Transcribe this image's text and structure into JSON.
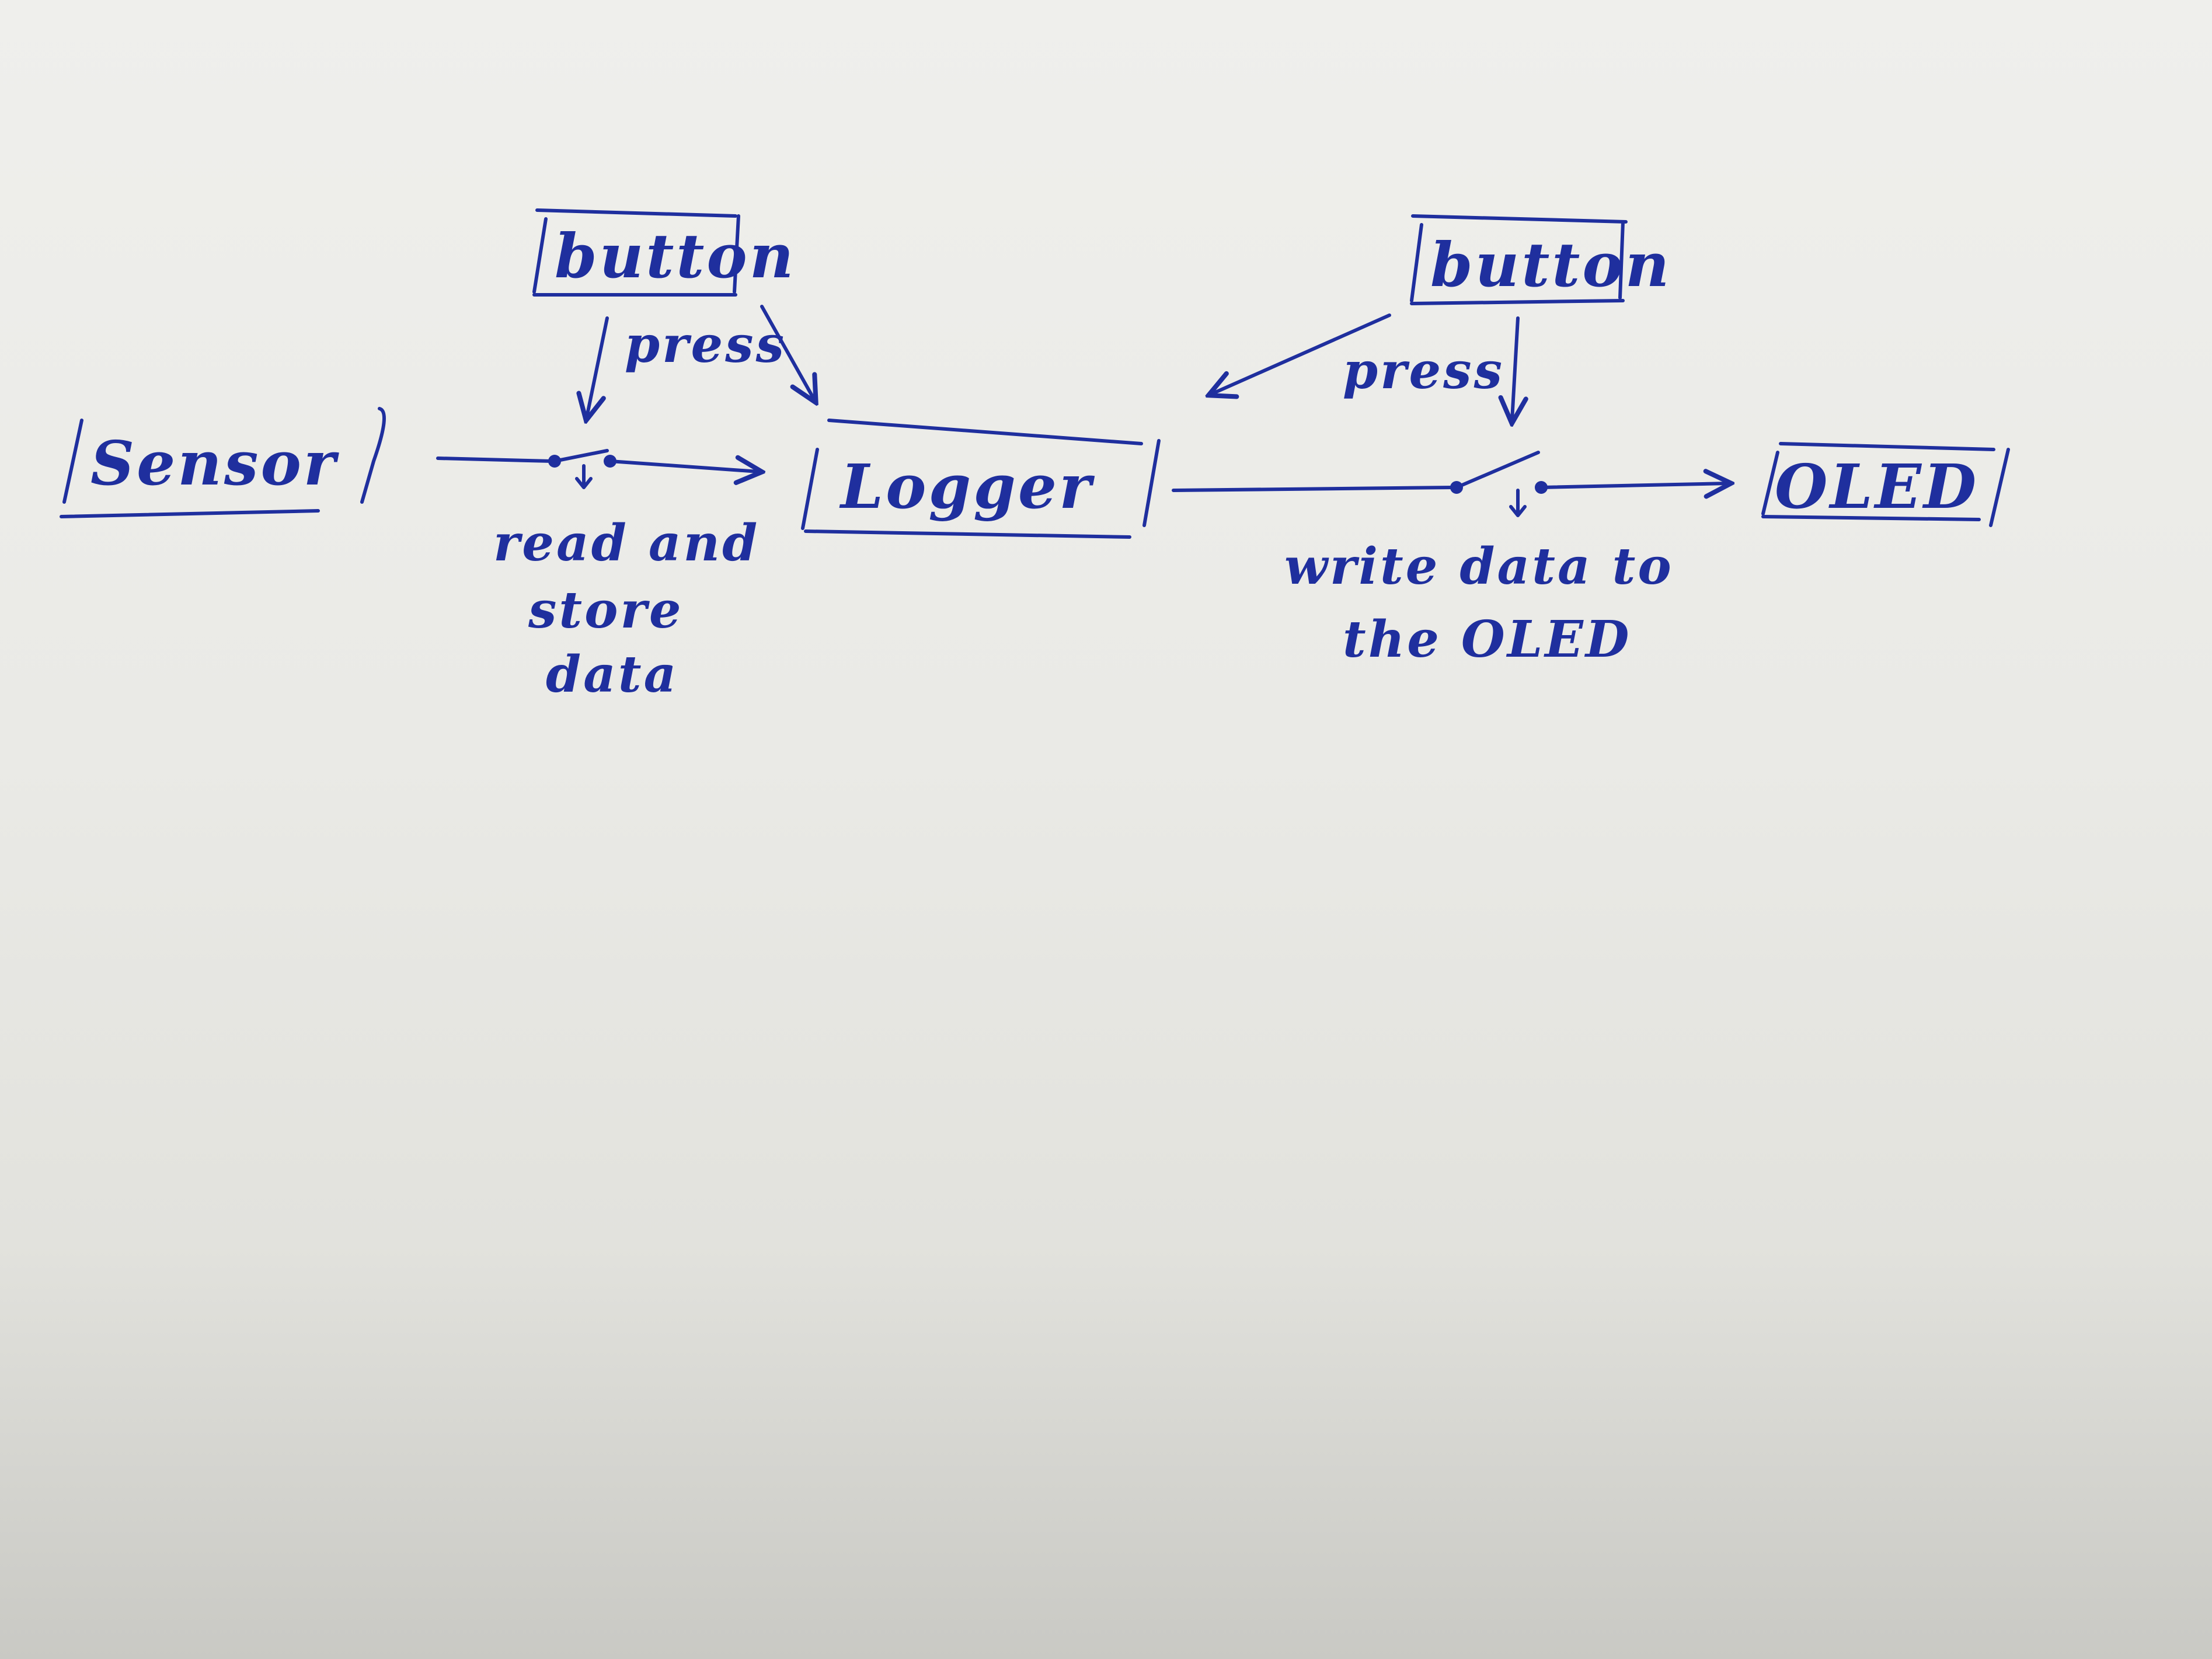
{
  "nodes": {
    "sensor": "Sensor",
    "logger": "Logger",
    "oled": "OLED",
    "button_left": "button",
    "button_right": "button"
  },
  "labels": {
    "press_left": "press",
    "press_right": "press",
    "action_left_line1": "read and",
    "action_left_line2": "store",
    "action_left_line3": "data",
    "action_right_line1": "write data to",
    "action_right_line2": "the OLED"
  }
}
